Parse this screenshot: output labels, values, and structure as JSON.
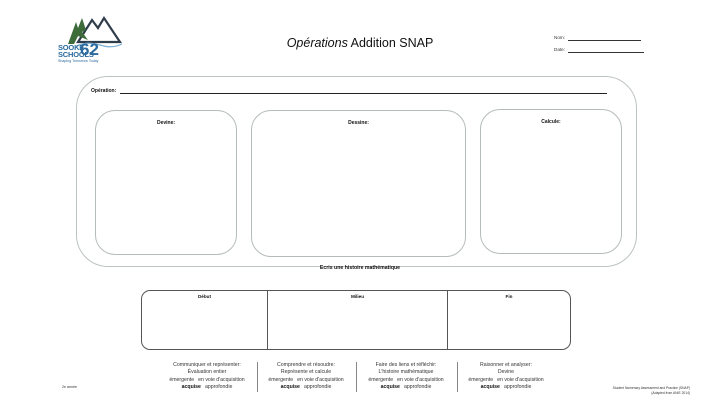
{
  "header": {
    "logo": {
      "name": "SOOKE SCHOOLS 62",
      "line1": "SOOKE",
      "line2": "SCHOOLS",
      "number": "62",
      "tagline": "Shaping Tomorrow Today",
      "colors": {
        "tree": "#3d6b3a",
        "mountain": "#2f3d4a",
        "text": "#2b6a9e"
      }
    },
    "title_italic": "Opérations",
    "title_rest": " Addition SNAP",
    "fields": {
      "name_label": "Nom:",
      "date_label": "Date:"
    }
  },
  "worksheet": {
    "operation_label": "Opération:",
    "boxes": [
      {
        "label": "Devine:"
      },
      {
        "label": "Dessine:"
      },
      {
        "label": "Calcule:"
      }
    ],
    "story": {
      "title": "Ecris une histoire mathématique",
      "columns": [
        {
          "label": "Début"
        },
        {
          "label": "Milieu"
        },
        {
          "label": "Fin"
        }
      ]
    }
  },
  "rubric": [
    {
      "competency": "Communiquer et représenter:",
      "task": "Évaluation entier",
      "levels": [
        "émergente",
        "en voie d'acquisition",
        "acquise",
        "approfondie"
      ]
    },
    {
      "competency": "Comprendre et résoudre:",
      "task": "Représente et calcule",
      "levels": [
        "émergente",
        "en voie d'acquisition",
        "acquise",
        "approfondie"
      ]
    },
    {
      "competency": "Faire des liens et réfléchir:",
      "task": "L'histoire mathématique",
      "levels": [
        "émergente",
        "en voie d'acquisition",
        "acquise",
        "approfondie"
      ]
    },
    {
      "competency": "Raisonner et analyser:",
      "task": "Devine",
      "levels": [
        "émergente",
        "en voie d'acquisition",
        "acquise",
        "approfondie"
      ]
    }
  ],
  "footer": {
    "grade": "2e année",
    "credit_line1": "Student Numeracy Assessment and Practice (SNAP)",
    "credit_line2": "(Adapted from ANIE 2014)"
  }
}
